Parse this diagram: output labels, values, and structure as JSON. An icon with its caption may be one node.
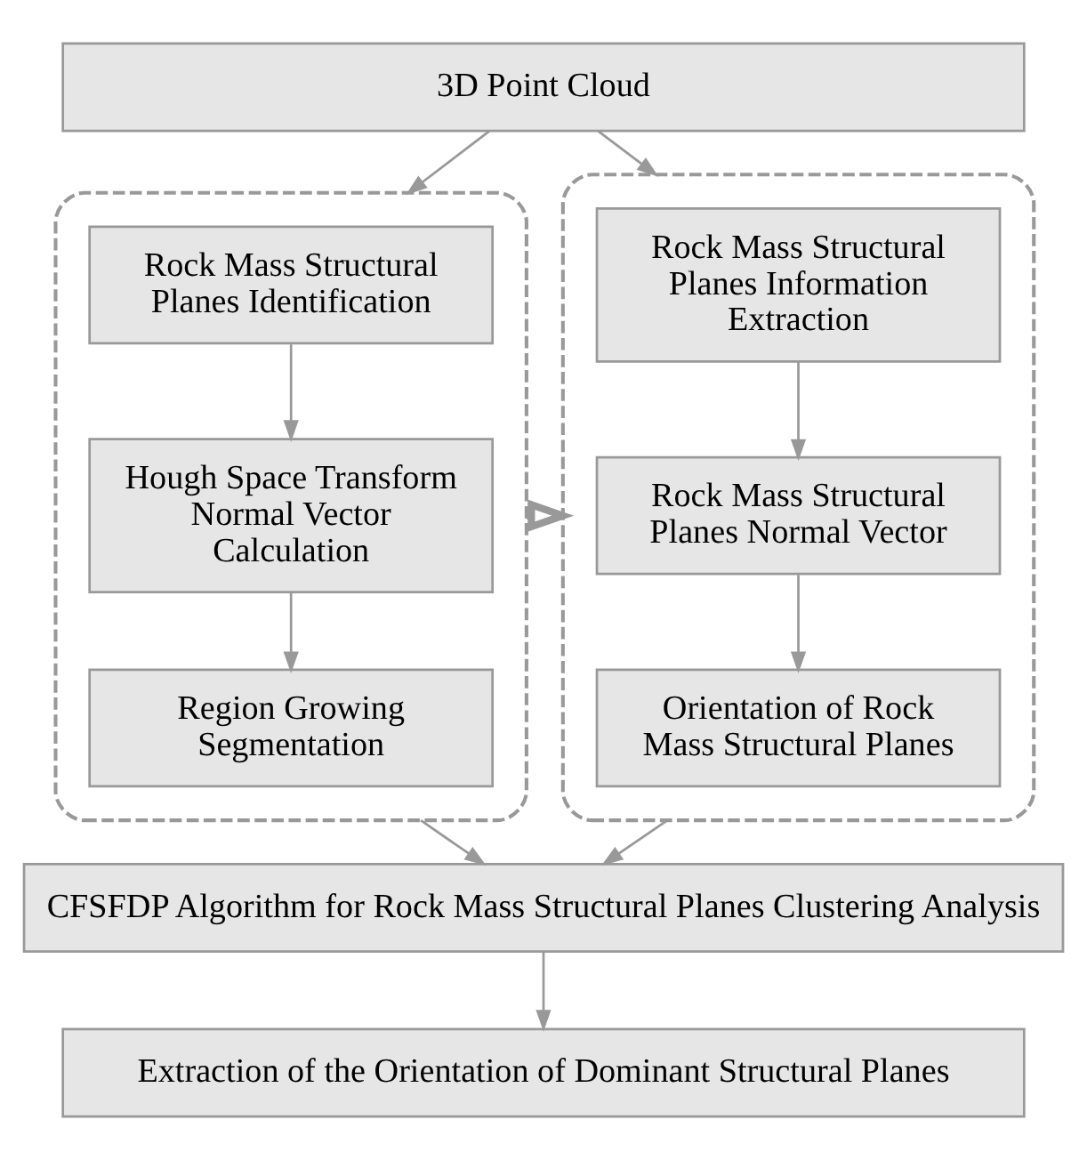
{
  "diagram": {
    "nodes": [
      {
        "text": [
          "3D Point Cloud"
        ]
      },
      {
        "text": [],
        "shape": "box"
      },
      {
        "text": [
          "Rock Mass Structural Planes Identification"
        ],
        "in": 1
      },
      {
        "text": [
          "Hough Space Transform Normal Vector Calculation"
        ],
        "in": 1
      },
      {
        "text": [
          "Region Growing Segmentation"
        ],
        "in": 1
      },
      {
        "text": [],
        "shape": "box"
      },
      {
        "text": [
          "Rock Mass Structural Planes Information Extraction"
        ],
        "in": 5
      },
      {
        "text": [
          "Rock Mass Structural Planes Normal Vector"
        ],
        "in": 5
      },
      {
        "text": [
          "Orientation of Rock Mass Structural Planes"
        ],
        "in": 5
      },
      {
        "text": [
          "CFSFDP Algorithm for Rock Mass Structural Planes Clustering Analysis"
        ]
      },
      {
        "text": [
          "Extraction of the Orientation of Dominant Structural Planes"
        ]
      }
    ],
    "edges": [
      {
        "from": 0,
        "to": 1,
        "arrow": "to"
      },
      {
        "from": 0,
        "to": 5,
        "arrow": "to"
      },
      {
        "from": 2,
        "to": 3,
        "arrow": "to"
      },
      {
        "from": 3,
        "to": 4,
        "arrow": "to"
      },
      {
        "from": 6,
        "to": 7,
        "arrow": "to"
      },
      {
        "from": 7,
        "to": 8,
        "arrow": "to"
      },
      {
        "from": 1,
        "to": 5,
        "arrow": "to",
        "style": "thick"
      },
      {
        "from": 1,
        "to": 9,
        "arrow": "to"
      },
      {
        "from": 5,
        "to": 9,
        "arrow": "to"
      },
      {
        "from": 9,
        "to": 10,
        "arrow": "to"
      }
    ]
  }
}
